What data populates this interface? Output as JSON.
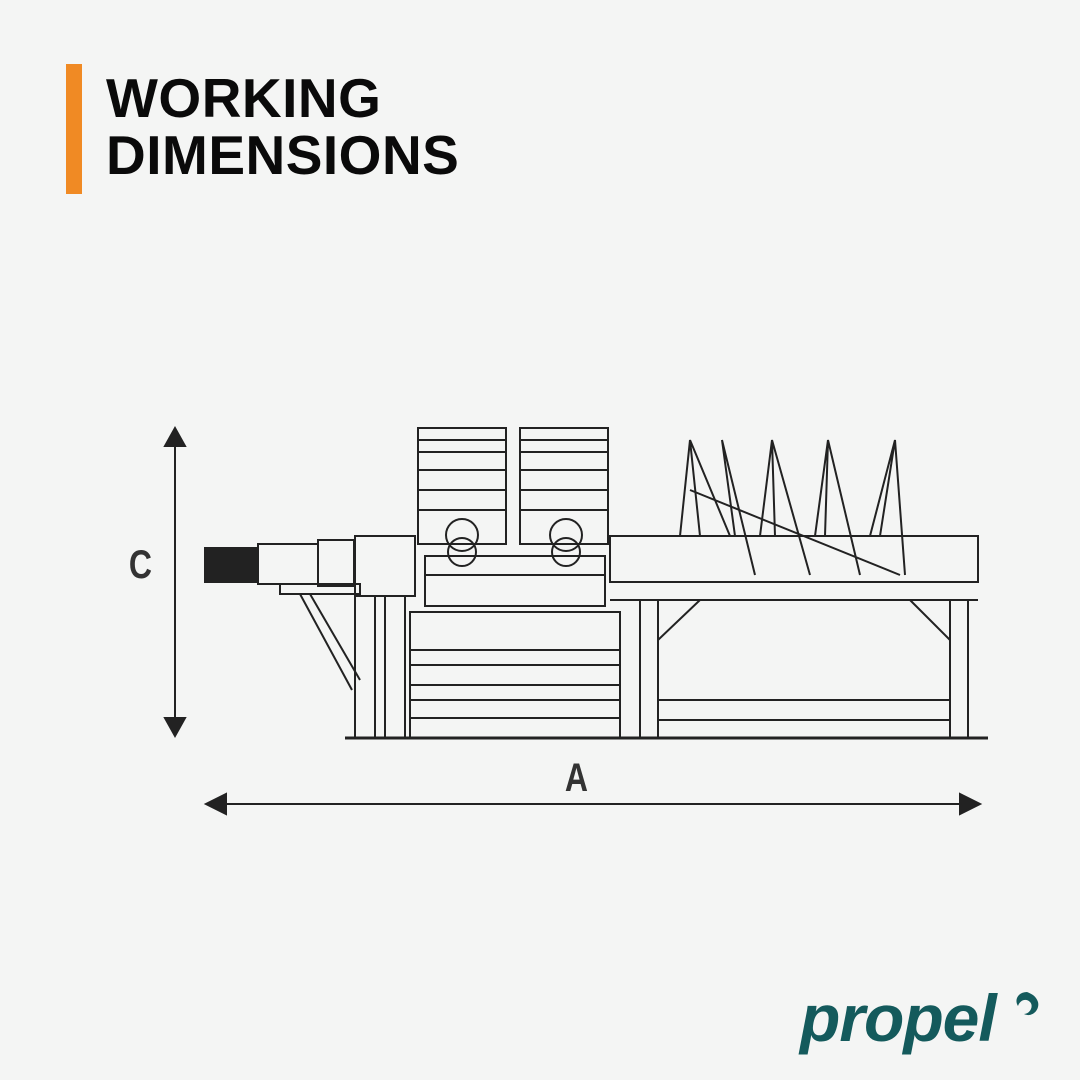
{
  "header": {
    "title_line1": "WORKING",
    "title_line2": "DIMENSIONS"
  },
  "diagram": {
    "height_label": "C",
    "length_label": "A"
  },
  "brand": {
    "logo_text": "propel",
    "color": "#145a5c",
    "accent": "#f08a24"
  }
}
